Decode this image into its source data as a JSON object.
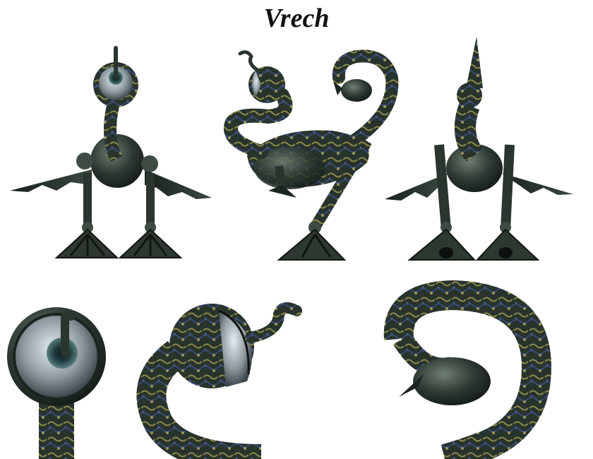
{
  "title": "Vrech",
  "colors": {
    "background": "#ffffff",
    "skin_dark": "#232d27",
    "skin_mid": "#3e4b42",
    "skin_light": "#6f7e72",
    "pattern_gold": "#8a8a4a",
    "pattern_blue": "#3a4a78",
    "crystal": "#b9c2c6"
  },
  "figures": [
    {
      "name": "front-view"
    },
    {
      "name": "side-view"
    },
    {
      "name": "back-view"
    },
    {
      "name": "head-closeup"
    },
    {
      "name": "neck-closeup"
    },
    {
      "name": "tail-closeup"
    }
  ]
}
